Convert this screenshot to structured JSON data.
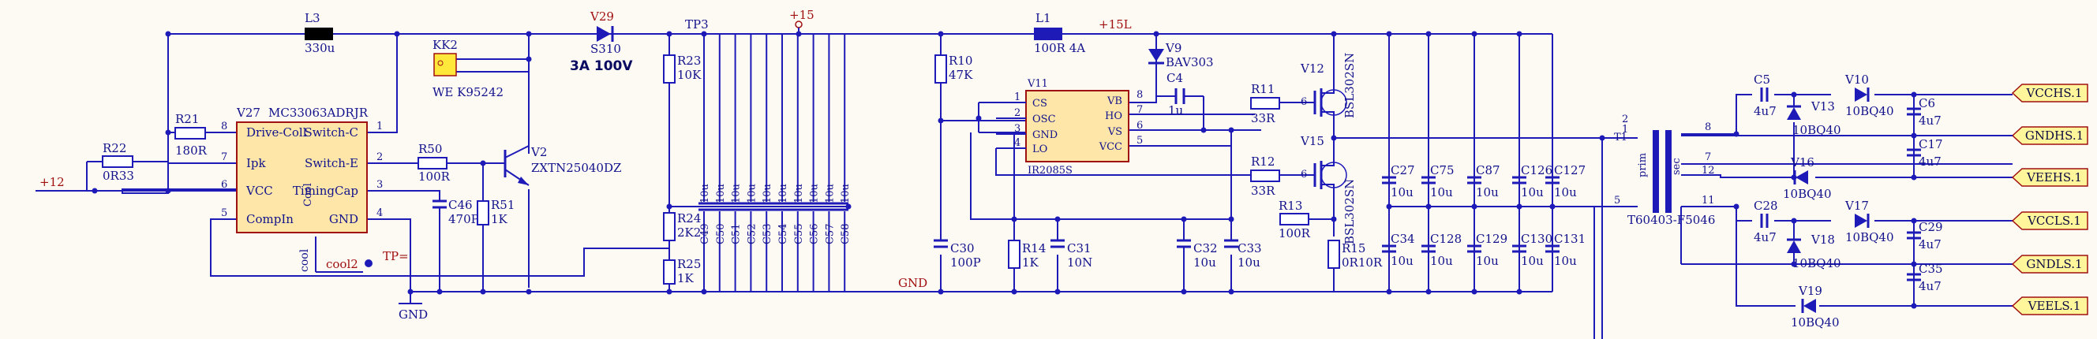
{
  "colors": {
    "wire": "#1d1ab8",
    "ic_fill": "#fde6a8",
    "ic_stroke": "#a01010",
    "net_label": "#a01010",
    "port_fill": "#fff59a",
    "junction": "#1d1ab8",
    "background": "#fdfaf3"
  },
  "power": {
    "in_12": "+12",
    "p15": "+15",
    "p15L": "+15L",
    "gnd_net": "GND",
    "gnd_symbol": "GND"
  },
  "testpoints": {
    "tp3": "TP3",
    "tp_eq": "TP="
  },
  "nets": {
    "cool": "cool",
    "cool2": "cool2"
  },
  "components": {
    "L3": {
      "ref": "L3",
      "value": "330u"
    },
    "R21": {
      "ref": "R21",
      "value": "180R"
    },
    "R22": {
      "ref": "R22",
      "value": "0R33"
    },
    "V29": {
      "ref": "V29",
      "part": "S310",
      "rating": "3A 100V"
    },
    "KK2": {
      "ref": "KK2",
      "part": "WE K95242"
    },
    "V2": {
      "ref": "V2",
      "part": "ZXTN25040DZ"
    },
    "R50": {
      "ref": "R50",
      "value": "100R"
    },
    "C46": {
      "ref": "C46",
      "value": "470P"
    },
    "R51": {
      "ref": "R51",
      "value": "1K"
    },
    "R23": {
      "ref": "R23",
      "value": "10K"
    },
    "R24": {
      "ref": "R24",
      "value": "2K2"
    },
    "R25": {
      "ref": "R25",
      "value": "1K"
    },
    "cap_bank": [
      "C49",
      "C50",
      "C51",
      "C52",
      "C53",
      "C54",
      "C55",
      "C56",
      "C57",
      "C58"
    ],
    "cap_bank_value": "10u",
    "R10": {
      "ref": "R10",
      "value": "47K"
    },
    "C30": {
      "ref": "C30",
      "value": "100P"
    },
    "R14": {
      "ref": "R14",
      "value": "1K"
    },
    "C31": {
      "ref": "C31",
      "value": "10N"
    },
    "L1": {
      "ref": "L1",
      "value": "100R 4A"
    },
    "V9": {
      "ref": "V9",
      "part": "BAV303"
    },
    "C4": {
      "ref": "C4",
      "value": "1u"
    },
    "R11": {
      "ref": "R11",
      "value": "33R"
    },
    "R12": {
      "ref": "R12",
      "value": "33R"
    },
    "R13": {
      "ref": "R13",
      "value": "100R"
    },
    "R15": {
      "ref": "R15",
      "value": "0R10R"
    },
    "V12": {
      "ref": "V12",
      "part": "BSL302SN"
    },
    "V15": {
      "ref": "V15",
      "part": "BSL302SN"
    },
    "C32": {
      "ref": "C32",
      "value": "10u"
    },
    "C33": {
      "ref": "C33",
      "value": "10u"
    },
    "T1": {
      "ref": "T1",
      "part": "T60403-F5046",
      "prim": "prim",
      "sec": "sec"
    },
    "C5": {
      "ref": "C5",
      "value": "4u7"
    },
    "C6": {
      "ref": "C6",
      "value": "4u7"
    },
    "C17": {
      "ref": "C17",
      "value": "4u7"
    },
    "C28": {
      "ref": "C28",
      "value": "4u7"
    },
    "C29": {
      "ref": "C29",
      "value": "4u7"
    },
    "C35": {
      "ref": "C35",
      "value": "4u7"
    },
    "V10": {
      "ref": "V10",
      "part": "10BQ40"
    },
    "V13": {
      "ref": "V13",
      "part": "10BQ40"
    },
    "V16": {
      "ref": "V16",
      "part": "10BQ40"
    },
    "V17": {
      "ref": "V17",
      "part": "10BQ40"
    },
    "V18": {
      "ref": "V18",
      "part": "10BQ40"
    },
    "V19": {
      "ref": "V19",
      "part": "10BQ40"
    }
  },
  "filter_caps": {
    "top": [
      {
        "ref": "C27",
        "value": "10u"
      },
      {
        "ref": "C75",
        "value": "10u"
      },
      {
        "ref": "C87",
        "value": "10u"
      },
      {
        "ref": "C126",
        "value": "10u"
      },
      {
        "ref": "C127",
        "value": "10u"
      }
    ],
    "bottom": [
      {
        "ref": "C34",
        "value": "10u"
      },
      {
        "ref": "C128",
        "value": "10u"
      },
      {
        "ref": "C129",
        "value": "10u"
      },
      {
        "ref": "C130",
        "value": "10u"
      },
      {
        "ref": "C131",
        "value": "10u"
      }
    ]
  },
  "ic_u27": {
    "ref": "V27",
    "part": "MC33063ADRJR",
    "pins_left": [
      {
        "num": "8",
        "name": "Drive-Coll"
      },
      {
        "num": "7",
        "name": "Ipk"
      },
      {
        "num": "6",
        "name": "VCC"
      },
      {
        "num": "5",
        "name": "CompIn"
      }
    ],
    "pins_right": [
      {
        "num": "1",
        "name": "Switch-C"
      },
      {
        "num": "2",
        "name": "Switch-E"
      },
      {
        "num": "3",
        "name": "TimingCap"
      },
      {
        "num": "4",
        "name": "GND"
      }
    ],
    "inner": "Cool"
  },
  "ic_v11": {
    "ref": "V11",
    "part": "IR2085S",
    "pins_left": [
      {
        "num": "1",
        "name": "CS"
      },
      {
        "num": "2",
        "name": "OSC"
      },
      {
        "num": "3",
        "name": "GND"
      },
      {
        "num": "4",
        "name": "LO"
      }
    ],
    "pins_right": [
      {
        "num": "8",
        "name": "VB"
      },
      {
        "num": "7",
        "name": "HO"
      },
      {
        "num": "6",
        "name": "VS"
      },
      {
        "num": "5",
        "name": "VCC"
      }
    ]
  },
  "transformer_pins": [
    "1",
    "2",
    "5",
    "8",
    "7",
    "12",
    "11"
  ],
  "mosfet_pins": [
    "6",
    "6"
  ],
  "ports": [
    "VCCHS.1",
    "GNDHS.1",
    "VEEHS.1",
    "VCCLS.1",
    "GNDLS.1",
    "VEELS.1"
  ]
}
